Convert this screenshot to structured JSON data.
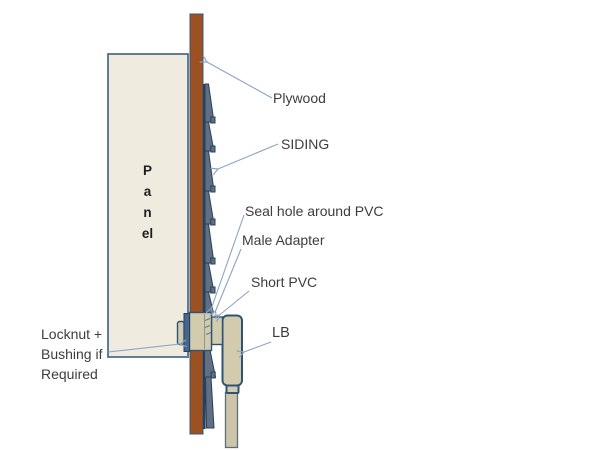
{
  "diagram": {
    "panel_text": "Panel",
    "labels": {
      "plywood": "Plywood",
      "siding": "SIDING",
      "seal_hole": "Seal hole around PVC",
      "male_adapter": "Male Adapter",
      "short_pvc": "Short PVC",
      "lb": "LB",
      "locknut": "Locknut +\nBushing if\nRequired"
    },
    "colors": {
      "bg": "#FFFFFF",
      "panel_fill": "#EFEBDF",
      "panel_border": "#4E6F91",
      "plywood_fill": "#9B5121",
      "plywood_border": "#3A5674",
      "siding_fill": "#606F82",
      "siding_border": "#27405E",
      "fitting_fill": "#D3CBAE",
      "fitting_border": "#2D5377",
      "locknut_fill": "#44678C",
      "pipe_fill": "#CCC5A9",
      "pipe_border": "#5E6C77",
      "arrow": "#8BA4C2",
      "label_text": "#3D3D3D",
      "panel_text_color": "#1F1F1F"
    }
  }
}
